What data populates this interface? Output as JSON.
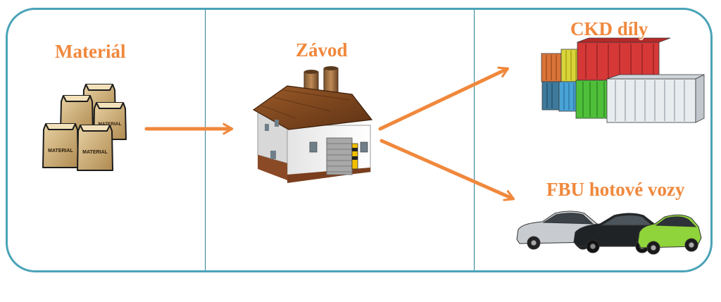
{
  "diagram": {
    "material_label": "Materiál",
    "plant_label": "Závod",
    "ckd_label": "CKD díly",
    "fbu_label": "FBU hotové vozy",
    "bag_label": "MATERIAL"
  },
  "colors": {
    "accent": "#f0883c",
    "frame": "#4aa3b8",
    "divider": "#2f7f95"
  },
  "icons": {
    "material": "material-bags-icon",
    "plant": "factory-icon",
    "ckd": "shipping-containers-icon",
    "fbu": "finished-cars-icon"
  }
}
